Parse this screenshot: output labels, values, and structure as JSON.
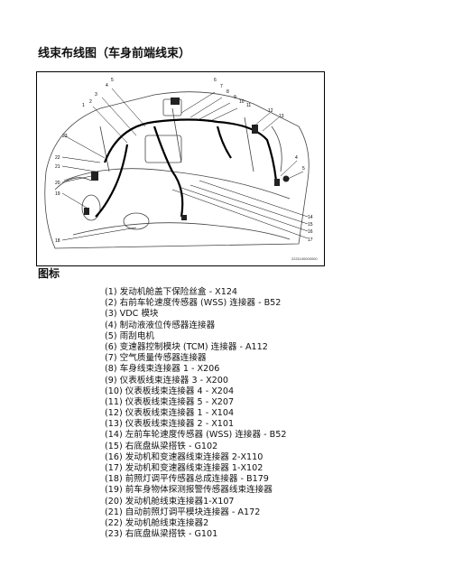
{
  "page": {
    "title": "线束布线图（车身前端线束）"
  },
  "figure": {
    "image_code": "2221100000000",
    "callouts": [
      "1",
      "2",
      "3",
      "4",
      "5",
      "6",
      "7",
      "8",
      "9",
      "10",
      "11",
      "12",
      "13",
      "14",
      "15",
      "16",
      "17",
      "18",
      "19",
      "20",
      "21",
      "22",
      "23"
    ]
  },
  "legend": {
    "heading": "图标",
    "items": [
      "(1) 发动机舱盖下保险丝盒 - X124",
      "(2) 右前车轮速度传感器 (WSS) 连接器 - B52",
      "(3) VDC 模块",
      "(4) 制动液液位传感器连接器",
      "(5) 雨刮电机",
      "(6) 变速器控制模块 (TCM) 连接器 - A112",
      "(7) 空气质量传感器连接器",
      "(8) 车身线束连接器 1 - X206",
      "(9) 仪表板线束连接器 3 - X200",
      "(10) 仪表板线束连接器 4 - X204",
      "(11) 仪表板线束连接器 5 - X207",
      "(12) 仪表板线束连接器 1 - X104",
      "(13) 仪表板线束连接器 2 - X101",
      "(14) 左前车轮速度传感器 (WSS) 连接器 - B52",
      "(15) 右底盘纵梁搭铁 - G102",
      "(16) 发动机和变速器线束连接器 2-X110",
      "(17) 发动机和变速器线束连接器 1-X102",
      "(18) 前照灯调平传感器总成连接器 - B179",
      "(19) 前车身物体探测报警传感器线束连接器",
      "(20) 发动机舱线束连接器1-X107",
      "(21) 自动前照灯调平模块连接器 - A172",
      "(22) 发动机舱线束连接器2",
      "(23) 右底盘纵梁搭铁 - G101"
    ]
  }
}
